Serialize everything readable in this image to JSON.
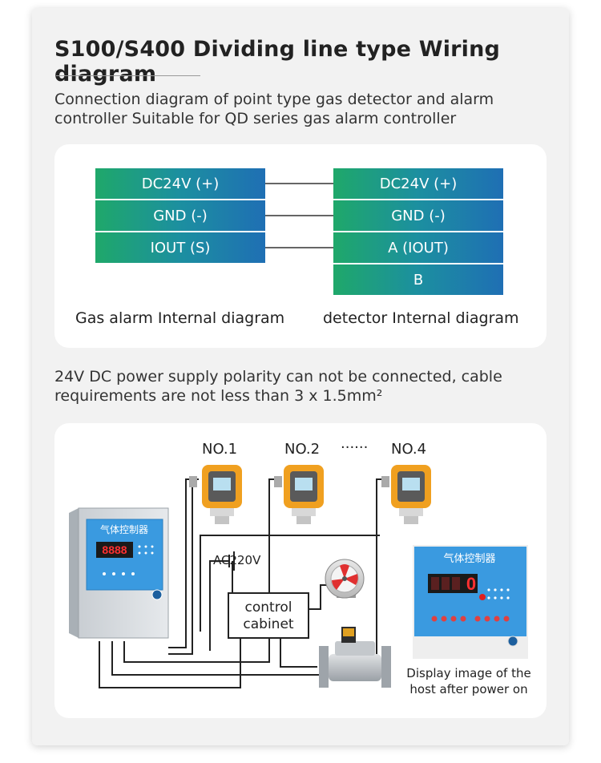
{
  "title": "S100/S400 Dividing line type Wiring diagram",
  "intro": {
    "line1": "Connection diagram of point type gas detector and alarm",
    "line2": "controller Suitable for QD series gas alarm controller"
  },
  "terminal_diagram": {
    "controller_terminals": [
      "DC24V (+)",
      "GND (-)",
      "IOUT (S)"
    ],
    "detector_terminals": [
      "DC24V (+)",
      "GND (-)",
      "A (IOUT)",
      "B"
    ],
    "controller_caption": "Gas alarm Internal diagram",
    "detector_caption": "detector Internal diagram"
  },
  "note": {
    "line1": "24V DC power supply polarity can not be connected, cable",
    "line2": "requirements are not less than 3 x 1.5mm²"
  },
  "wiring_diagram": {
    "detector_labels": [
      "NO.1",
      "NO.2",
      "······",
      "NO.4"
    ],
    "power_label": "AC220V",
    "cabinet_label_line1": "control",
    "cabinet_label_line2": "cabinet",
    "controller_panel_text": "气体控制器",
    "display_panel_text": "气体控制器",
    "display_reading": "0",
    "display_caption_line1": "Display image of the",
    "display_caption_line2": "host after power on"
  },
  "colors": {
    "card_bg": "#f2f2f2",
    "terminal_gradient_start": "#1fa86a",
    "terminal_gradient_end": "#1f6fb4",
    "detector_housing": "#f0a020",
    "controller_blue": "#2a8fd8",
    "led_red": "#e02020"
  }
}
